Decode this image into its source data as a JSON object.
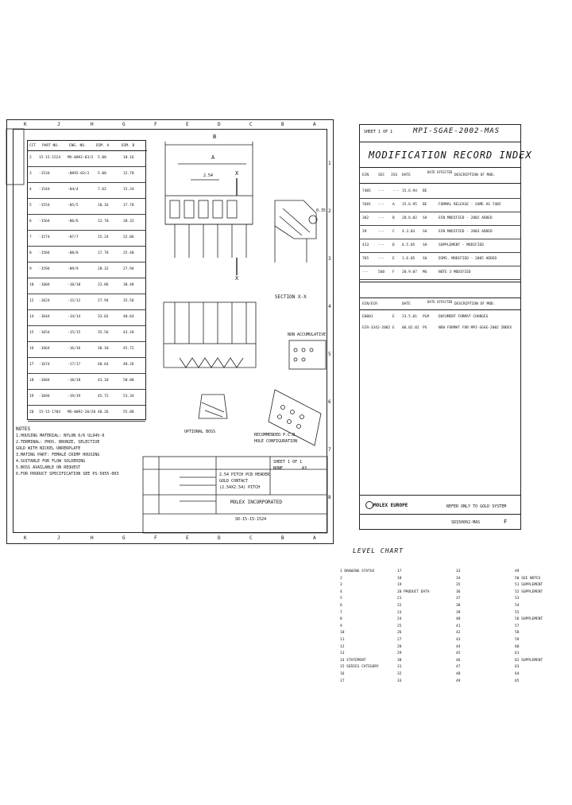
{
  "grid_letters_top": [
    "K",
    "J",
    "H",
    "G",
    "F",
    "E",
    "D",
    "C",
    "B",
    "A"
  ],
  "grid_letters_bottom": [
    "K",
    "J",
    "H",
    "G",
    "F",
    "E",
    "D",
    "C",
    "B",
    "A"
  ],
  "grid_numbers_side": [
    "1",
    "2",
    "3",
    "4",
    "5",
    "6",
    "7",
    "8"
  ],
  "table": {
    "headers": [
      "CCT",
      "PART NO.",
      "ENG. NO.",
      "DIM. A",
      "DIM. B"
    ],
    "rows": [
      {
        "cct": "2",
        "part": "15-15-1524",
        "eng": "MX-0092-03/2",
        "a": "5.08",
        "b": "10.16"
      },
      {
        "cct": "3",
        "part": "-1534",
        "eng": "-0092-03/3",
        "a": "5.08",
        "b": "12.70"
      },
      {
        "cct": "4",
        "part": "-1544",
        "eng": "-04/4",
        "a": "7.62",
        "b": "15.24"
      },
      {
        "cct": "5",
        "part": "-1554",
        "eng": "-05/5",
        "a": "10.16",
        "b": "17.78"
      },
      {
        "cct": "6",
        "part": "-1564",
        "eng": "-06/6",
        "a": "12.70",
        "b": "20.32"
      },
      {
        "cct": "7",
        "part": "-1574",
        "eng": "-07/7",
        "a": "15.24",
        "b": "22.86"
      },
      {
        "cct": "8",
        "part": "-1584",
        "eng": "-08/8",
        "a": "17.78",
        "b": "25.40"
      },
      {
        "cct": "9",
        "part": "-1594",
        "eng": "-09/9",
        "a": "20.32",
        "b": "27.94"
      },
      {
        "cct": "10",
        "part": "-1604",
        "eng": "-10/10",
        "a": "22.86",
        "b": "30.48"
      },
      {
        "cct": "12",
        "part": "-1624",
        "eng": "-12/12",
        "a": "27.94",
        "b": "35.56"
      },
      {
        "cct": "14",
        "part": "-1644",
        "eng": "-14/14",
        "a": "33.02",
        "b": "40.64"
      },
      {
        "cct": "15",
        "part": "-1654",
        "eng": "-15/15",
        "a": "35.56",
        "b": "43.18"
      },
      {
        "cct": "16",
        "part": "-1664",
        "eng": "-16/16",
        "a": "38.10",
        "b": "45.72"
      },
      {
        "cct": "17",
        "part": "-1674",
        "eng": "-17/17",
        "a": "40.64",
        "b": "48.26"
      },
      {
        "cct": "18",
        "part": "-1684",
        "eng": "-18/18",
        "a": "43.18",
        "b": "50.80"
      },
      {
        "cct": "19",
        "part": "-1694",
        "eng": "-19/19",
        "a": "45.72",
        "b": "53.34"
      },
      {
        "cct": "20",
        "part": "15-15-1704",
        "eng": "MX-0092-20/20",
        "a": "48.26",
        "b": "55.88"
      }
    ]
  },
  "notes": {
    "title": "NOTES",
    "lines": [
      "1.HOUSING MATERIAL: NYLON 6/6 UL94V-0",
      "2.TERMINAL: PHOS. BRONZE, SELECTIVE",
      "  GOLD WITH NICKEL UNDERPLATE",
      "3.MATING PART: FEMALE CRIMP HOUSING",
      "4.SUITABLE FOR FLOW SOLDERING",
      "5.BOSS AVAILABLE ON REQUEST",
      "6.FOR PRODUCT SPECIFICATION SEE PS-5055-003"
    ]
  },
  "drawing_labels": {
    "dim_b": "B",
    "dim_a": "A",
    "pitch": "2.54",
    "section_mark": "X",
    "section_title": "SECTION  X-X",
    "optional_boss": "OPTIONAL BOSS",
    "pcb_label": "RECOMMENDED P.C.B.",
    "pcb_label2": "HOLE CONFIGURATION",
    "non_accum": "NON ACCUMULATIVE",
    "dim_pcb": "0.35"
  },
  "title_block": {
    "title_line1": "2.54 PITCH PCB HEADER",
    "title_line2": "GOLD CONTACT",
    "title_line3": "(2.54X2.54) PITCH",
    "company": "MOLEX INCORPORATED",
    "sheet": "SHEET 1 OF 1",
    "doc_no": "SD-15-15-1524",
    "scale": "NONE",
    "size": "A3"
  },
  "mod_index": {
    "sheet_label": "SHEET 1 OF 1",
    "doc_number": "MPI-SGAE-2002-MAS",
    "heading": "MODIFICATION RECORD INDEX",
    "col_headers": [
      "ECN",
      "SEC",
      "ISS",
      "DATE",
      "DATE AFFECTED",
      "DESCRIPTION OF MOD."
    ],
    "rows": [
      {
        "ecn": "7405",
        "sec": "---",
        "iss": "---",
        "date": "15.6.94",
        "chk": "BE",
        "desc": ""
      },
      {
        "ecn": "7681",
        "sec": "---",
        "iss": "A",
        "date": "15.6.95",
        "chk": "BE",
        "desc": "FORMAL RELEASE - SAME AS 7405"
      },
      {
        "ecn": "382",
        "sec": "---",
        "iss": "B",
        "date": "28.6.02",
        "chk": "SH",
        "desc": "ECN MODIFIED - 2002 ADDED"
      },
      {
        "ecn": "39",
        "sec": "---",
        "iss": "C",
        "date": "4.3.03",
        "chk": "SH",
        "desc": "ECN MODIFIED - 2003 ADDED"
      },
      {
        "ecn": "413",
        "sec": "---",
        "iss": "D",
        "date": "6.5.05",
        "chk": "SH",
        "desc": "SUPPLEMENT - MODIFIED"
      },
      {
        "ecn": "765",
        "sec": "---",
        "iss": "E",
        "date": "1.6.05",
        "chk": "SH",
        "desc": "DIMS. MODIFIED - 2005 ADDED"
      },
      {
        "ecn": "---",
        "sec": "560",
        "iss": "F",
        "date": "20.9.07",
        "chk": "MG",
        "desc": "NOTE 3 MODIFIED"
      }
    ],
    "footer_headers": [
      "ECN/ECR",
      "DATE",
      "DATE AFFECTED",
      "DESCRIPTION OF MOD."
    ],
    "footer_rows": [
      {
        "ecn": "E0001",
        "iss": "E",
        "date": "23.5.01",
        "chk": "PLM",
        "desc": "DOCUMENT FORMAT CHANGES"
      },
      {
        "ecn": "ECR-3342-2002",
        "iss": "E",
        "date": "06.02.02",
        "chk": "PS",
        "desc": "NEW FORMAT FOR MPI-SGAE-2002 INDEX"
      }
    ],
    "company": "MOLEX EUROPE",
    "note": "REFER ONLY TO GOLD SYSTEM",
    "doc_no2": "SD150002-MAS",
    "issue": "F"
  },
  "level_chart": {
    "title": "LEVEL CHART",
    "col1": [
      "1 DRAWING STATUS",
      "2",
      "3",
      "4",
      "5",
      "6",
      "7",
      "8",
      "9",
      "10",
      "11",
      "12",
      "13",
      "14 STATEMENT",
      "15 SERIES CATEGORY",
      "16",
      "17"
    ],
    "col2": [
      "17",
      "18",
      "19",
      "20 PRODUCT DATA",
      "21",
      "22",
      "23",
      "24",
      "25",
      "26",
      "27",
      "28",
      "29",
      "30",
      "31",
      "32",
      "33"
    ],
    "col3": [
      "33",
      "34",
      "35",
      "36",
      "37",
      "38",
      "39",
      "40",
      "41",
      "42",
      "43",
      "44",
      "45",
      "46",
      "47",
      "48",
      "49"
    ],
    "col4": [
      "49",
      "50 SEE NOTES",
      "51 SUPPLEMENT",
      "52 SUPPLEMENT",
      "53",
      "54",
      "55",
      "56 SUPPLEMENT",
      "57",
      "58",
      "59",
      "60",
      "61",
      "62 SUPPLEMENT",
      "63",
      "64",
      "65"
    ]
  }
}
